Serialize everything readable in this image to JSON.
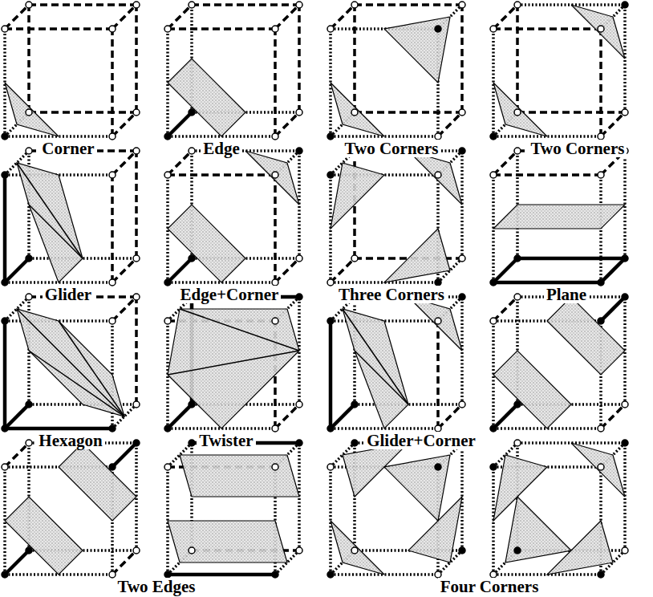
{
  "diagram": {
    "labels": [
      "Corner",
      "Edge",
      "Two Corners",
      "Two Corners",
      "Glider",
      "Edge+Corner",
      "Three Corners",
      "Plane",
      "Hexagon",
      "Twister",
      "Glider+Corner",
      "Two Edges",
      "Four Corners"
    ]
  }
}
